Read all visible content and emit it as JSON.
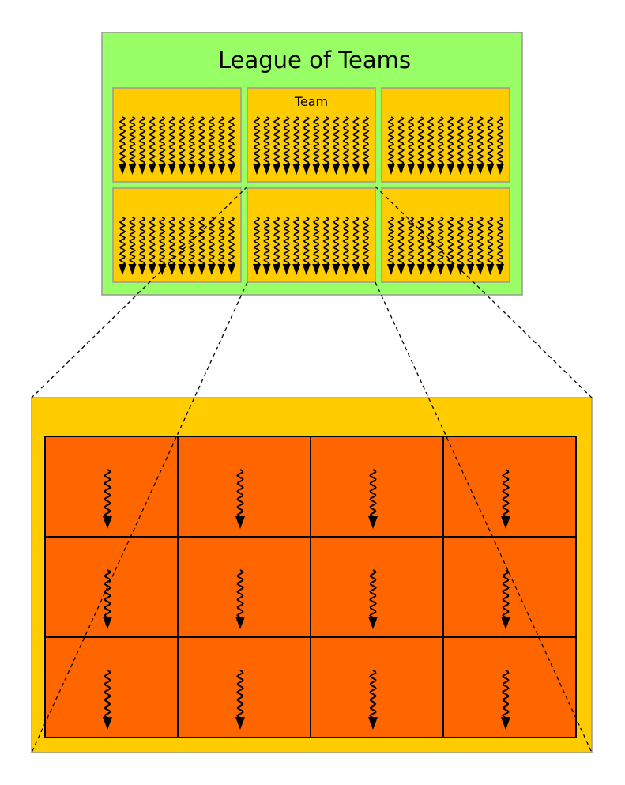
{
  "league": {
    "title": "League of Teams",
    "rows": 2,
    "cols": 3,
    "labeled_team_index": 1,
    "team_label": "Team",
    "threads_per_team": 12,
    "highlighted_team_index": 1
  },
  "team_detail": {
    "rows": 3,
    "cols": 4
  },
  "colors": {
    "league_fill": "#99ff66",
    "league_border": "#999999",
    "team_fill": "#ffcc00",
    "team_border": "#999999",
    "thread_cell_fill": "#ff6600",
    "thread_cell_border": "#000000",
    "thread_stroke": "#000000",
    "connector": "#000000"
  },
  "icons": {
    "thread": "wavy-arrow-icon"
  }
}
